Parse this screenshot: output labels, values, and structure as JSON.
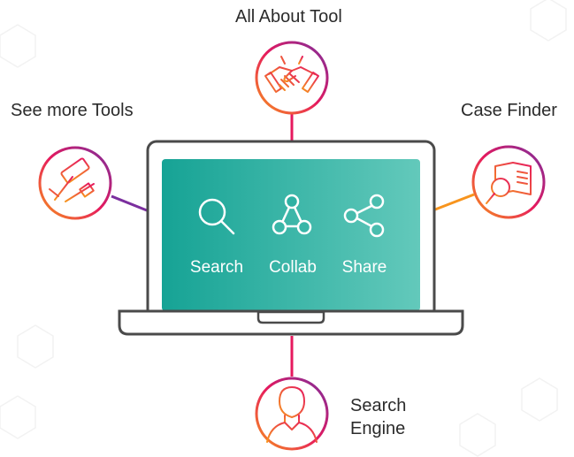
{
  "nodes": {
    "top": {
      "label": "All About Tool",
      "icon": "handshake-icon"
    },
    "left": {
      "label": "See more Tools",
      "icon": "gavel-icon"
    },
    "right": {
      "label": "Case Finder",
      "icon": "magnifier-book-icon"
    },
    "bottom": {
      "label_lines": [
        "Search",
        "Engine"
      ],
      "icon": "user-avatar-icon"
    }
  },
  "screen_apps": [
    {
      "label": "Search",
      "icon": "search-icon"
    },
    {
      "label": "Collab",
      "icon": "collab-network-icon"
    },
    {
      "label": "Share",
      "icon": "share-icon"
    }
  ],
  "colors": {
    "orange": "#f7941d",
    "magenta": "#e6195e",
    "purple": "#7b2f9e",
    "teal_dark": "#1aa698",
    "teal_light": "#5fc8b8"
  }
}
